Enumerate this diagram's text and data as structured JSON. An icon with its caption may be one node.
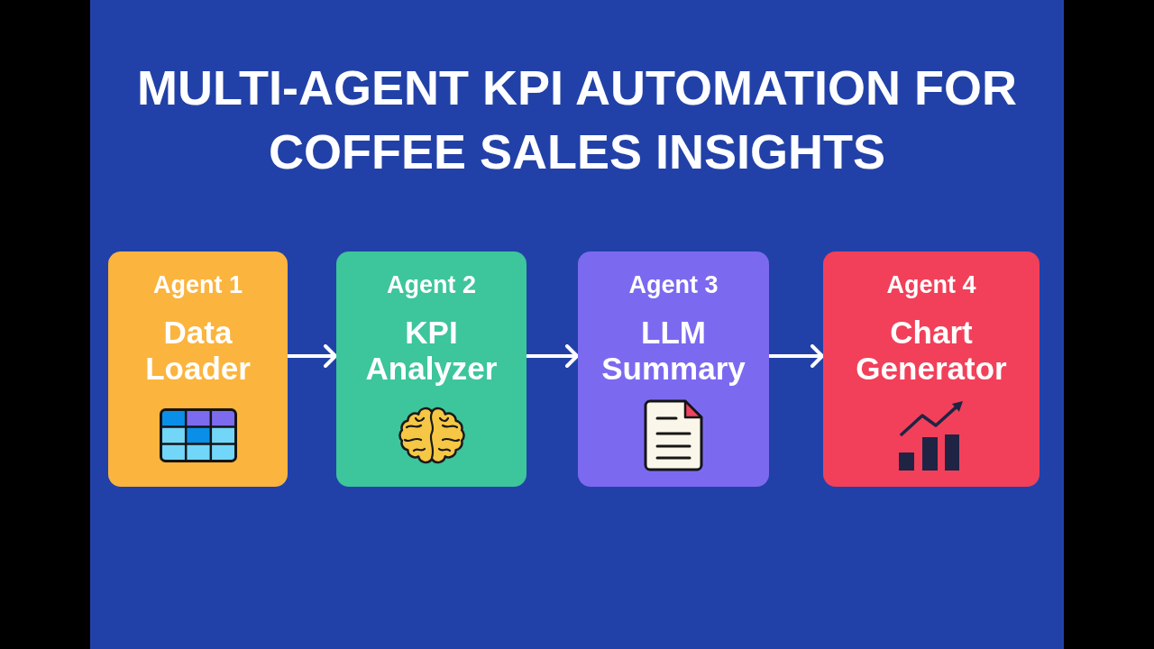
{
  "diagram": {
    "title": "MULTI-AGENT KPI AUTOMATION FOR COFFEE SALES INSIGHTS",
    "nodes": [
      {
        "text": [
          "Agent 1",
          "Data Loader"
        ]
      },
      {
        "text": [
          "Agent 2",
          "KPI Analyzer"
        ]
      },
      {
        "text": [
          "Agent 3",
          "LLM Summary"
        ]
      },
      {
        "text": [
          "Agent 4",
          "Chart Generator"
        ]
      }
    ],
    "edges": [
      {
        "from": 0,
        "to": 1,
        "arrow": "to"
      },
      {
        "from": 1,
        "to": 2,
        "arrow": "to"
      },
      {
        "from": 2,
        "to": 3,
        "arrow": "to"
      }
    ]
  }
}
